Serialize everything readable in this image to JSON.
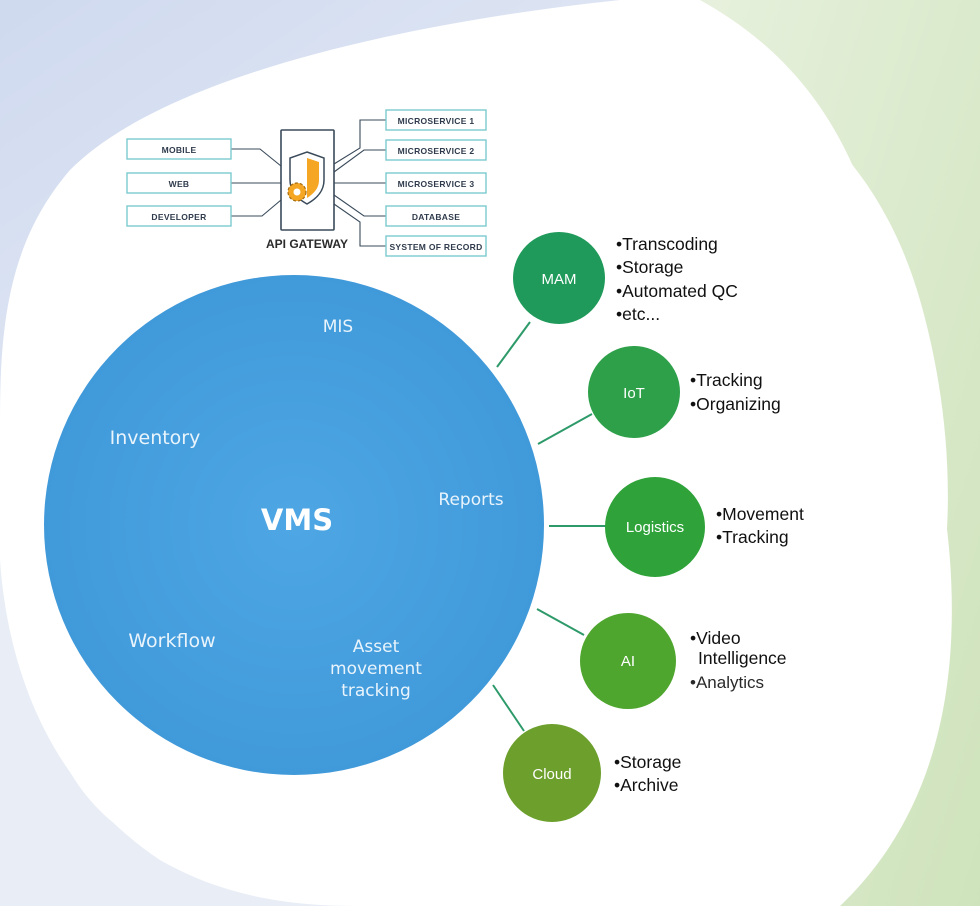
{
  "api_gateway": {
    "title": "API GATEWAY",
    "clients": [
      "MOBILE",
      "WEB",
      "DEVELOPER"
    ],
    "services": [
      "MICROSERVICE 1",
      "MICROSERVICE 2",
      "MICROSERVICE 3",
      "DATABASE",
      "SYSTEM OF RECORD"
    ],
    "accent_color": "#f5a623"
  },
  "vms": {
    "title": "VMS",
    "items": {
      "mis": "MIS",
      "inventory": "Inventory",
      "reports": "Reports",
      "workflow": "Workflow",
      "asset_1": "Asset",
      "asset_2": "movement",
      "asset_3": "tracking"
    },
    "color": "#4aa3e2"
  },
  "nodes": [
    {
      "label": "MAM",
      "color": "#1f9a5a",
      "bullets": [
        "•Transcoding",
        "•Storage",
        "•Automated QC",
        "•etc..."
      ]
    },
    {
      "label": "IoT",
      "color": "#2ea04a",
      "bullets": [
        "•Tracking",
        "•Organizing"
      ]
    },
    {
      "label": "Logistics",
      "color": "#2fa33a",
      "bullets": [
        "•Movement",
        "•Tracking"
      ]
    },
    {
      "label": "AI",
      "color": "#4fa62e",
      "bullets": [
        "•Video",
        "Intelligence",
        "•Analytics"
      ]
    },
    {
      "label": "Cloud",
      "color": "#6c9f2b",
      "bullets": [
        "•Storage",
        "•Archive"
      ]
    }
  ]
}
